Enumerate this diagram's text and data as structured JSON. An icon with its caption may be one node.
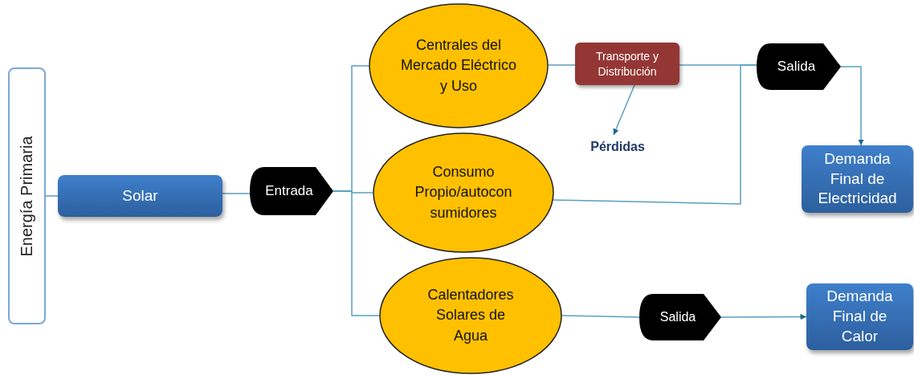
{
  "diagram": {
    "nodes": [
      {
        "text": [
          "Energía Primaria"
        ]
      },
      {
        "text": [
          "Solar"
        ]
      },
      {
        "text": [
          "Entrada"
        ]
      },
      {
        "text": [
          "Centrales del Mercado Eléctrico y Uso"
        ]
      },
      {
        "text": [
          "Consumo Propio/autocon sumidores"
        ]
      },
      {
        "text": [
          "Calentadores Solares de Agua"
        ]
      },
      {
        "text": [
          "Transporte y Distribución"
        ]
      },
      {
        "text": [
          "Pérdidas"
        ]
      },
      {
        "text": [
          "Salida"
        ]
      },
      {
        "text": [
          "Demanda Final de Electricidad"
        ]
      },
      {
        "text": [
          "Salida"
        ]
      },
      {
        "text": [
          "Demanda Final de Calor"
        ]
      }
    ],
    "edges": [
      {
        "from": 0,
        "to": 1,
        "arrow": "none"
      },
      {
        "from": 1,
        "to": 2,
        "arrow": "none"
      },
      {
        "from": 2,
        "to": 3,
        "arrow": "none"
      },
      {
        "from": 2,
        "to": 4,
        "arrow": "none"
      },
      {
        "from": 2,
        "to": 5,
        "arrow": "none"
      },
      {
        "from": 3,
        "to": 6,
        "arrow": "none"
      },
      {
        "from": 6,
        "to": 7,
        "arrow": "to"
      },
      {
        "from": 6,
        "to": 8,
        "arrow": "none"
      },
      {
        "from": 4,
        "to": 8,
        "arrow": "none"
      },
      {
        "from": 8,
        "to": 9,
        "arrow": "to"
      },
      {
        "from": 5,
        "to": 10,
        "arrow": "none"
      },
      {
        "from": 10,
        "to": 11,
        "arrow": "to"
      }
    ]
  }
}
